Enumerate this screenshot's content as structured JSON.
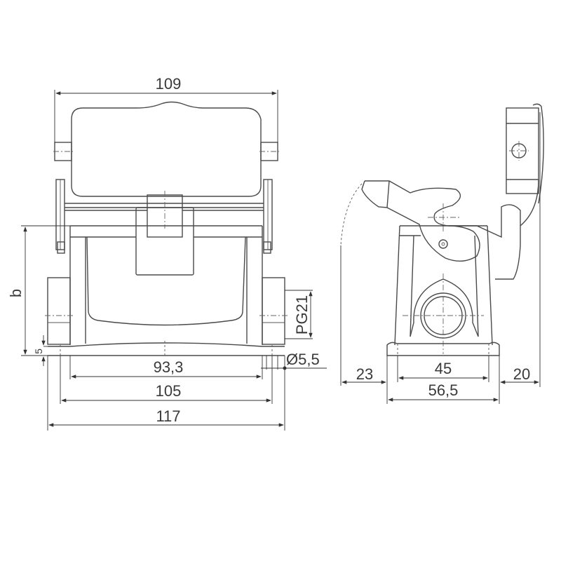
{
  "drawing": {
    "title": "Connector hood - surface mounted housing with locking lever, dimensional drawing",
    "stroke_color": "#4a4a4a",
    "background": "#ffffff"
  },
  "front_view": {
    "dimensions": {
      "top_width": "109",
      "height_label": "b",
      "base_height": "5",
      "inner_width": "93,3",
      "hole_spacing": "105",
      "overall_width": "117",
      "cable_entry": "PG21",
      "hole_diameter": "Ø5,5"
    }
  },
  "side_view": {
    "dimensions": {
      "left_overhang": "23",
      "hole_spacing": "45",
      "base_length": "56,5",
      "right_overhang": "20"
    }
  }
}
